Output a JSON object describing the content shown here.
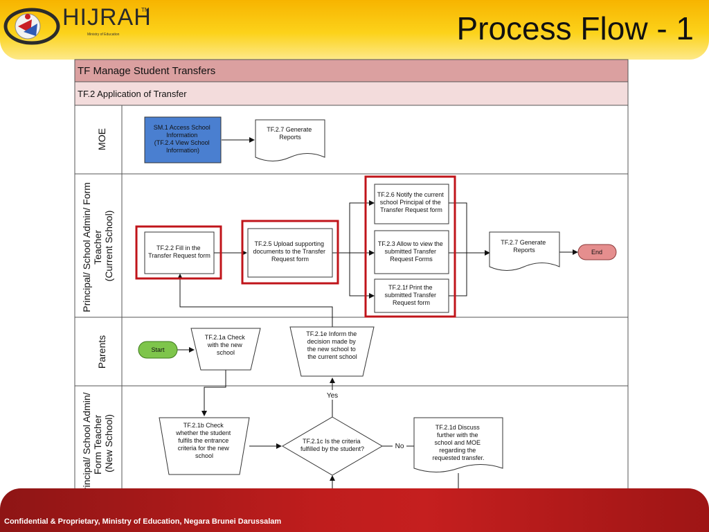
{
  "slide": {
    "title": "Process Flow - 1",
    "logo_text": "HIJRAH",
    "logo_subtitle": "Ministry of Education",
    "logo_tm": "TM",
    "footer": "Confidential & Proprietary, Ministry of Education, Negara Brunei Darussalam"
  },
  "diagram": {
    "header": "TF Manage Student Transfers",
    "subheader": "TF.2 Application of Transfer",
    "lanes": [
      [
        "MOE"
      ],
      [
        "Principal/ School Admin/ Form",
        "Teacher",
        "(Current School)"
      ],
      [
        "Parents"
      ],
      [
        "Principal/ School Admin/",
        "Form Teacher",
        "(New School)"
      ]
    ],
    "nodes": {
      "sm1": [
        "SM.1 Access School",
        "Information",
        "(TF.2.4 View School",
        "Information)"
      ],
      "tf27a": [
        "TF.2.7 Generate",
        "Reports"
      ],
      "tf22": [
        "TF.2.2 Fill in the",
        "Transfer Request form"
      ],
      "tf25": [
        "TF.2.5 Upload supporting",
        "documents to the Transfer",
        "Request form"
      ],
      "tf26": [
        "TF.2.6 Notify the current",
        "school Principal of the",
        "Transfer Request form"
      ],
      "tf23": [
        "TF.2.3 Allow to view the",
        "submitted Transfer",
        "Request Forms"
      ],
      "tf21f": [
        "TF.2.1f Print the",
        "submitted Transfer",
        "Request form"
      ],
      "tf27b": [
        "TF.2.7 Generate",
        "Reports"
      ],
      "end": "End",
      "start": "Start",
      "tf21a": [
        "TF.2.1a Check",
        "with the new",
        "school"
      ],
      "tf21e": [
        "TF.2.1e Inform the",
        "decision made by",
        "the new school to",
        "the current school"
      ],
      "tf21b": [
        "TF.2.1b Check",
        "whether the student",
        "fulfils the entrance",
        "criteria for the new",
        "school"
      ],
      "tf21c": [
        "TF.2.1c Is the criteria",
        "fulfilled by the student?"
      ],
      "tf21d": [
        "TF.2.1d Discuss",
        "further with the",
        "school and MOE",
        "regarding the",
        "requested transfer."
      ]
    },
    "labels": {
      "yes": "Yes",
      "no": "No"
    },
    "colors": {
      "header_bg": "#dba0a0",
      "subheader_bg": "#f3dcdc",
      "lane_label_bg": "#ffffff",
      "blue_box": "#4a7fd0",
      "start_fill": "#7ec54b",
      "end_fill": "#e58e8e",
      "highlight": "#c0141a"
    }
  }
}
